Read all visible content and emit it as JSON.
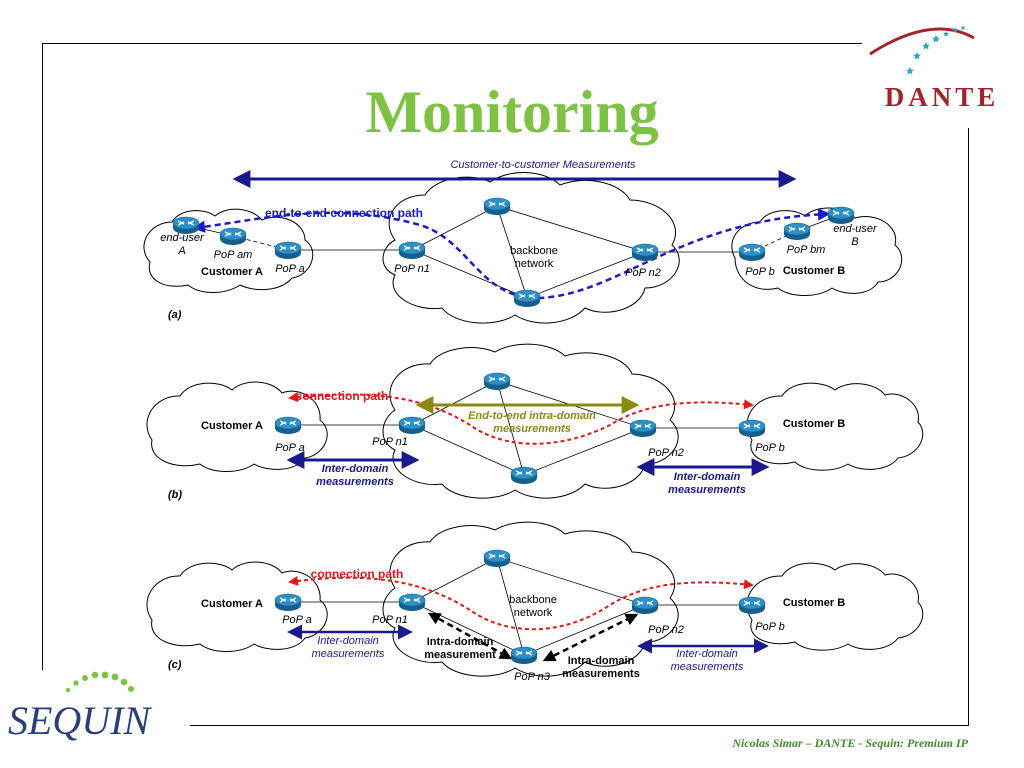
{
  "slide": {
    "title": "Monitoring",
    "footer": "Nicolas Simar – DANTE - Sequin: Premium IP"
  },
  "logos": {
    "dante": "DANTE",
    "sequin": "SEQUIN"
  },
  "panel_a": {
    "label": "(a)",
    "measure_caption": "Customer-to-customer Measurements",
    "path_label": "end-to-end connection path",
    "end_user_a": [
      "end-user",
      "A"
    ],
    "end_user_b": [
      "end-user",
      "B"
    ],
    "pop_am": "PoP am",
    "pop_bm": "PoP bm",
    "customer_a": "Customer A",
    "customer_b": "Customer B",
    "pop_a": "PoP a",
    "pop_n1": "PoP n1",
    "pop_n2": "PoP n2",
    "pop_b": "PoP b",
    "backbone": [
      "backbone",
      "network"
    ]
  },
  "panel_b": {
    "label": "(b)",
    "path_label": "connection path",
    "intra_label": [
      "End-to-end intra-domain",
      "measurements"
    ],
    "customer_a": "Customer A",
    "customer_b": "Customer B",
    "pop_a": "PoP a",
    "pop_n1": "PoP n1",
    "pop_n2": "PoP n2",
    "pop_b": "PoP b",
    "inter_left": [
      "Inter-domain",
      "measurements"
    ],
    "inter_right": [
      "Inter-domain",
      "measurements"
    ]
  },
  "panel_c": {
    "label": "(c)",
    "path_label": "connection path",
    "customer_a": "Customer A",
    "customer_b": "Customer B",
    "pop_a": "PoP a",
    "pop_n1": "PoP n1",
    "pop_n2": "PoP n2",
    "pop_n3": "PoP n3",
    "pop_b": "PoP b",
    "backbone": [
      "backbone",
      "network"
    ],
    "inter_left": [
      "Inter-domain",
      "measurements"
    ],
    "inter_right": [
      "Inter-domain",
      "measurements"
    ],
    "intra_left": [
      "Intra-domain",
      "measurement"
    ],
    "intra_right": [
      "Intra-domain",
      "measurements"
    ]
  },
  "colors": {
    "title_green": "#7dc242",
    "navy": "#1a1a8c",
    "path_blue": "#1a1acc",
    "path_red": "#e01818",
    "olive": "#8a8a10",
    "router": "#1c7db5",
    "dante_red": "#a3232b",
    "star_cyan": "#1aa7c8"
  }
}
